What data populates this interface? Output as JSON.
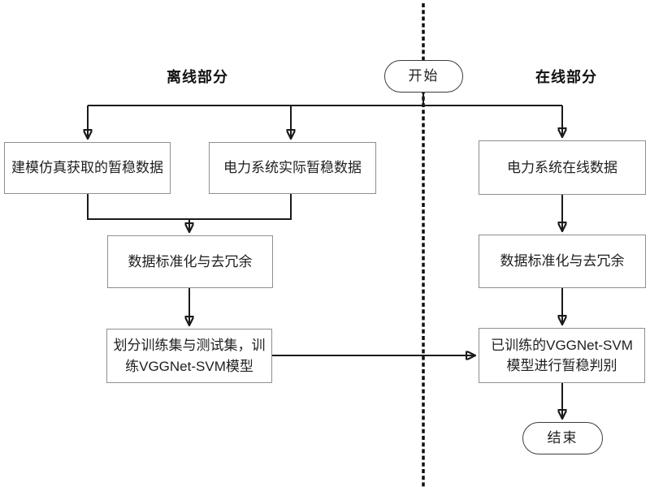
{
  "sections": {
    "offline_label": "离线部分",
    "online_label": "在线部分"
  },
  "terminals": {
    "start": "开始",
    "end": "结束"
  },
  "offline": {
    "box_sim_data": "建模仿真获取的暂稳数据",
    "box_actual_data": "电力系统实际暂稳数据",
    "box_normalize": "数据标准化与去冗余",
    "box_train": "划分训练集与测试集，训练VGGNet-SVM模型"
  },
  "online": {
    "box_online_data": "电力系统在线数据",
    "box_normalize": "数据标准化与去冗余",
    "box_classify": "已训练的VGGNet-SVM模型进行暂稳判别"
  },
  "colors": {
    "background": "#ffffff",
    "connector_line": "#1a1a1a",
    "divider_line": "#101010",
    "process_border": "#8f8f8f",
    "terminal_border": "#3c3c3c",
    "text": "#1f1f1f"
  }
}
